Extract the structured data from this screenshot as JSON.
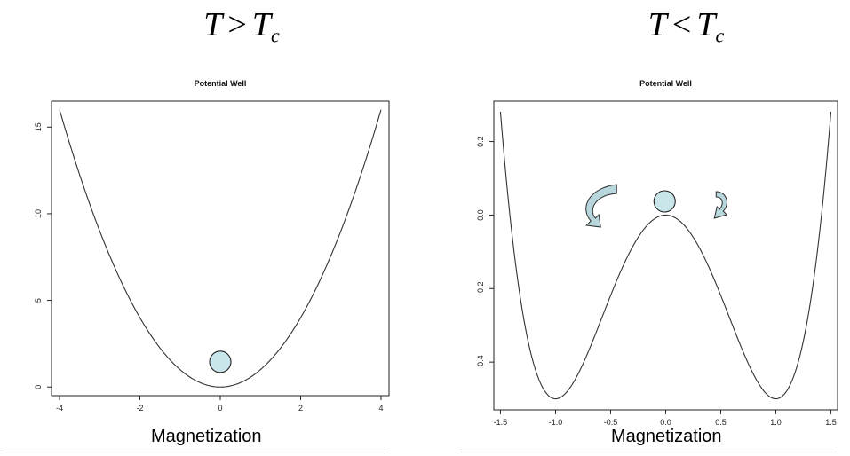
{
  "conditions": {
    "left": {
      "T": "T",
      "op": ">",
      "Tc": "T",
      "c": "c"
    },
    "right": {
      "T": "T",
      "op": "<",
      "Tc": "T",
      "c": "c"
    }
  },
  "chart_data": [
    {
      "type": "line",
      "title": "Potential Well",
      "xlabel": "Magnetization",
      "ylabel": "",
      "function": "y = x^2",
      "x": [
        -4,
        -3,
        -2,
        -1,
        0,
        1,
        2,
        3,
        4
      ],
      "y": [
        16,
        9,
        4,
        1,
        0,
        1,
        4,
        9,
        16
      ],
      "xlim": [
        -4.2,
        4.2
      ],
      "ylim": [
        -0.5,
        16.5
      ],
      "xticks": [
        -4,
        -2,
        0,
        2,
        4
      ],
      "yticks": [
        0,
        5,
        10,
        15
      ],
      "xtick_labels": [
        "-4",
        "-2",
        "0",
        "2",
        "4"
      ],
      "ytick_labels": [
        "0",
        "5",
        "10",
        "15"
      ],
      "ball": {
        "x": 0,
        "y": 1.3,
        "color": "#c8e6ea"
      },
      "grid": false
    },
    {
      "type": "line",
      "title": "Potential Well",
      "xlabel": "Magnetization",
      "ylabel": "",
      "function": "y = 0.5*x^4 - x^2",
      "x": [
        -1.5,
        -1.25,
        -1.0,
        -0.75,
        -0.5,
        -0.25,
        0,
        0.25,
        0.5,
        0.75,
        1.0,
        1.25,
        1.5
      ],
      "y": [
        0.28125,
        -0.342,
        -0.5,
        -0.404,
        -0.219,
        -0.061,
        0,
        -0.061,
        -0.219,
        -0.404,
        -0.5,
        -0.342,
        0.28125
      ],
      "xlim": [
        -1.56,
        1.56
      ],
      "ylim": [
        -0.53,
        0.31
      ],
      "xticks": [
        -1.5,
        -1.0,
        -0.5,
        0.0,
        0.5,
        1.0,
        1.5
      ],
      "yticks": [
        -0.4,
        -0.2,
        0.0,
        0.2
      ],
      "xtick_labels": [
        "-1.5",
        "-1.0",
        "-0.5",
        "0.0",
        "0.5",
        "1.0",
        "1.5"
      ],
      "ytick_labels": [
        "-0.4",
        "-0.2",
        "0.0",
        "0.2"
      ],
      "ball": {
        "x": -0.01,
        "y": 0.03,
        "color": "#c8e6ea"
      },
      "arrows": {
        "color": "#b7d7dd",
        "stroke": "#2b2b2b"
      },
      "grid": false
    }
  ]
}
